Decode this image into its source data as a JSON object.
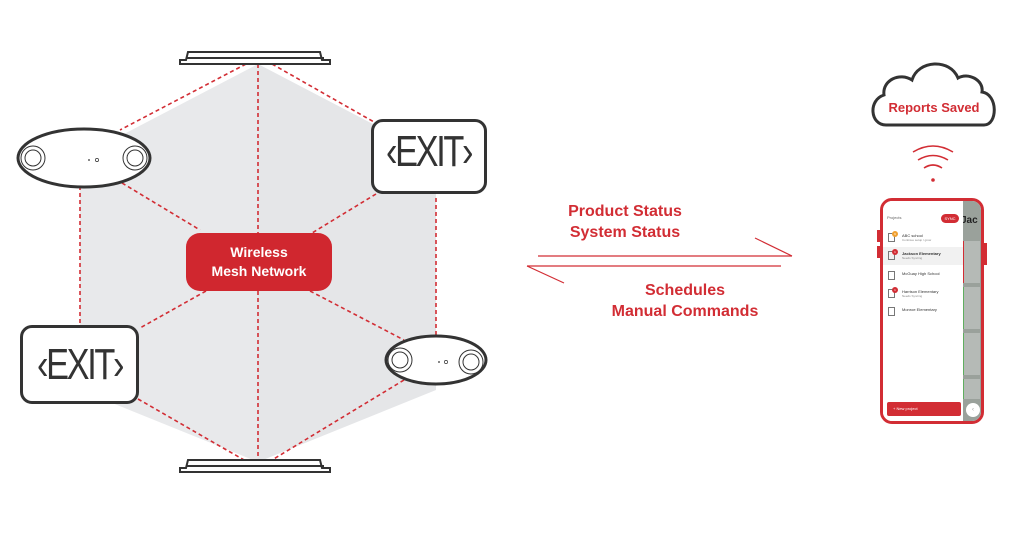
{
  "colors": {
    "accent": "#d22d34",
    "mesh_fill": "#d0272f",
    "zone": "#e8e9eb",
    "outline": "#333333"
  },
  "mesh": {
    "line1": "Wireless",
    "line2": "Mesh Network"
  },
  "exit_signs": [
    {
      "label": "‹EXIT›"
    },
    {
      "label": "‹EXIT›"
    }
  ],
  "arrows": {
    "upstream": {
      "line1": "Product Status",
      "line2": "System Status"
    },
    "downstream": {
      "line1": "Schedules",
      "line2": "Manual Commands"
    }
  },
  "cloud": {
    "label": "Reports Saved",
    "icon": "cloud-icon"
  },
  "wifi": {
    "icon": "wifi-icon"
  },
  "phone": {
    "header": "Projects",
    "sync_label": "SYNC",
    "side_title": "Jac",
    "items": [
      {
        "name": "ABC school",
        "sub": "Continue setup / grow",
        "badge": "9",
        "badge_color": "#f0a030",
        "active": false
      },
      {
        "name": "Jackson Elementary",
        "sub": "Needs Syncing",
        "badge": "1",
        "badge_color": "#d22d34",
        "active": true
      },
      {
        "name": "McGuay High School",
        "sub": "",
        "badge": "",
        "badge_color": "",
        "active": false
      },
      {
        "name": "Harrison Elementary",
        "sub": "Needs Syncing",
        "badge": "1",
        "badge_color": "#d22d34",
        "active": false
      },
      {
        "name": "Monroe Elementary",
        "sub": "",
        "badge": "",
        "badge_color": "",
        "active": false
      }
    ],
    "new_project_label": "+ New project",
    "collapse_icon": "‹"
  }
}
